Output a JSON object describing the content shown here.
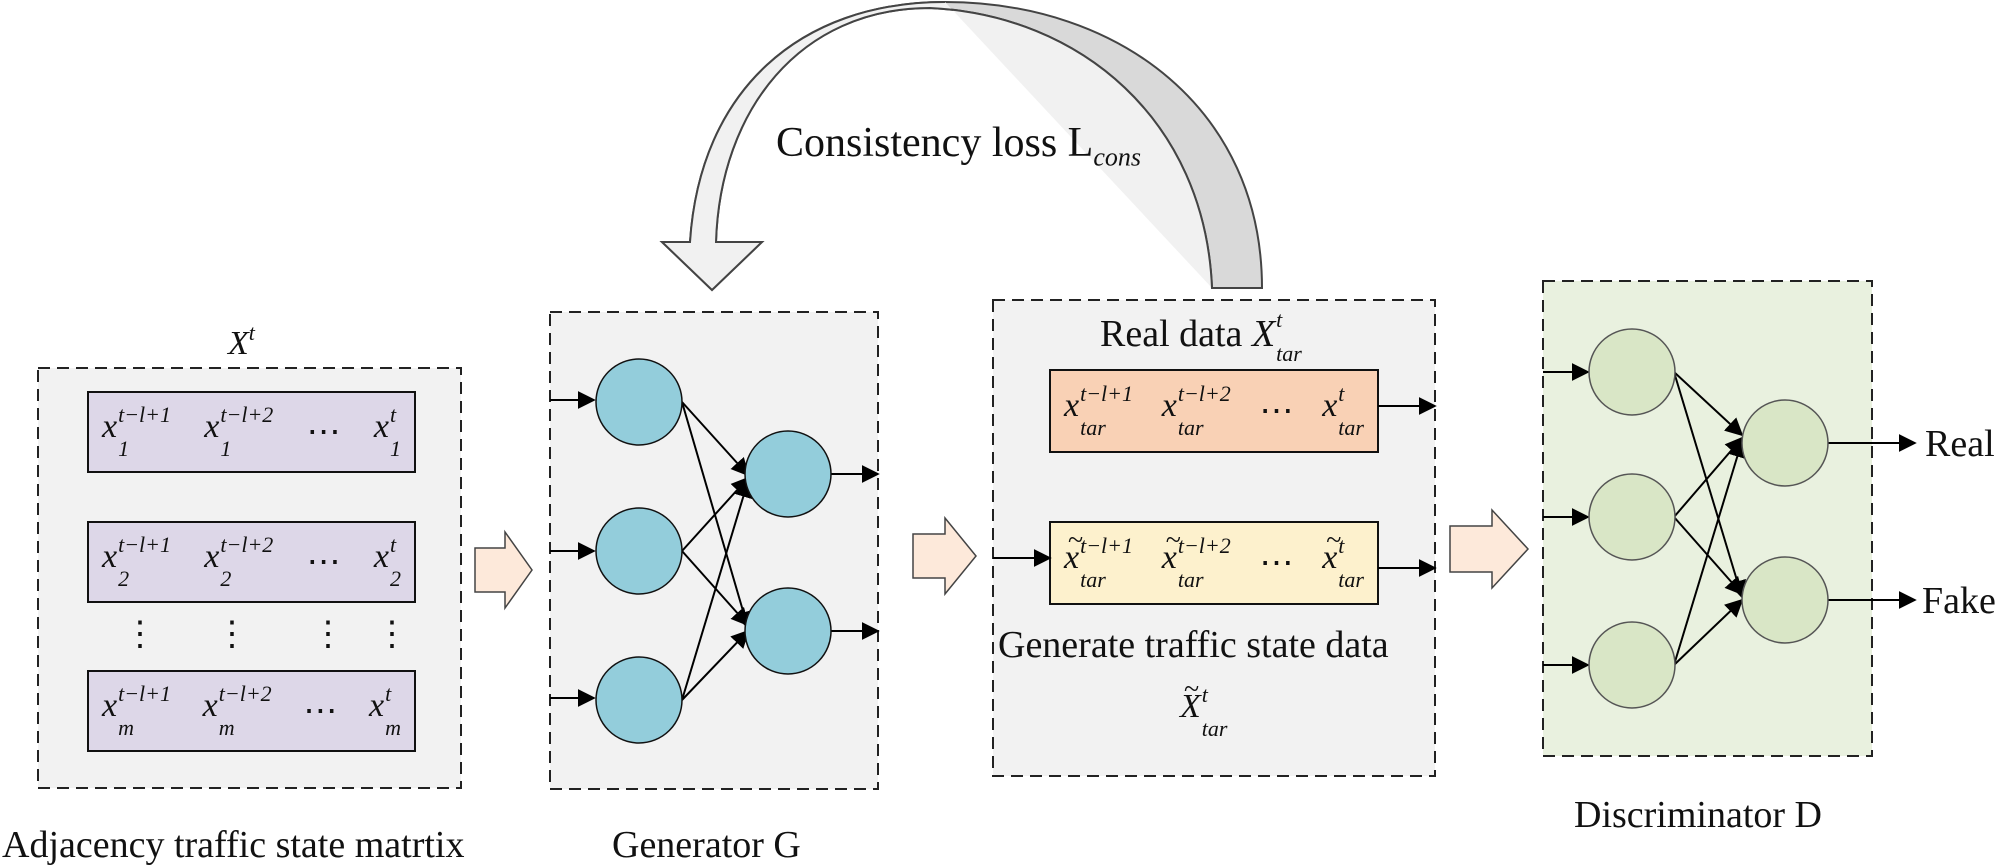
{
  "colors": {
    "box_bg": "#f2f2f2",
    "matrix_row": "#ddd7e8",
    "real_row": "#f9d1b5",
    "fake_row": "#fdf1cd",
    "gen_node": "#93cddb",
    "disc_bg": "#e9f1df",
    "disc_node": "#d9e6c6",
    "flow_arrow": "#fde9da",
    "loss_arrow": "#d9d9d9"
  },
  "labels": {
    "input_symbol": "X",
    "input_sup": "t",
    "matrix_caption": "Adjacency traffic state matrtix",
    "generator_caption": "Generator G",
    "discriminator_caption": "Discriminator D",
    "loss_text": "Consistency loss L",
    "loss_sub": "cons",
    "real_data_text": "Real data",
    "real_data_sym": "X",
    "real_data_sup": "t",
    "real_data_sub": "tar",
    "generate_text": "Generate traffic state data",
    "gen_sym": "X",
    "gen_sup": "t",
    "gen_sub": "tar",
    "out_real": "Real",
    "out_fake": "Fake"
  },
  "matrix_rows": [
    {
      "c1": "x",
      "s1": "t−l+1",
      "b1": "1",
      "c2": "x",
      "s2": "t−l+2",
      "b2": "1",
      "dots": "⋯",
      "c3": "x",
      "s3": "t",
      "b3": "1"
    },
    {
      "c1": "x",
      "s1": "t−l+1",
      "b1": "2",
      "c2": "x",
      "s2": "t−l+2",
      "b2": "2",
      "dots": "⋯",
      "c3": "x",
      "s3": "t",
      "b3": "2"
    },
    {
      "c1": "x",
      "s1": "t−l+1",
      "b1": "m",
      "c2": "x",
      "s2": "t−l+2",
      "b2": "m",
      "dots": "⋯",
      "c3": "x",
      "s3": "t",
      "b3": "m"
    }
  ],
  "vdots": "⋮",
  "real_row": {
    "c1": "x",
    "s1": "t−l+1",
    "b1": "tar",
    "c2": "x",
    "s2": "t−l+2",
    "b2": "tar",
    "dots": "⋯",
    "c3": "x",
    "s3": "t",
    "b3": "tar"
  },
  "fake_row": {
    "c1": "x",
    "s1": "t−l+1",
    "b1": "tar",
    "c2": "x",
    "s2": "t−l+2",
    "b2": "tar",
    "dots": "⋯",
    "c3": "x",
    "s3": "t",
    "b3": "tar"
  }
}
